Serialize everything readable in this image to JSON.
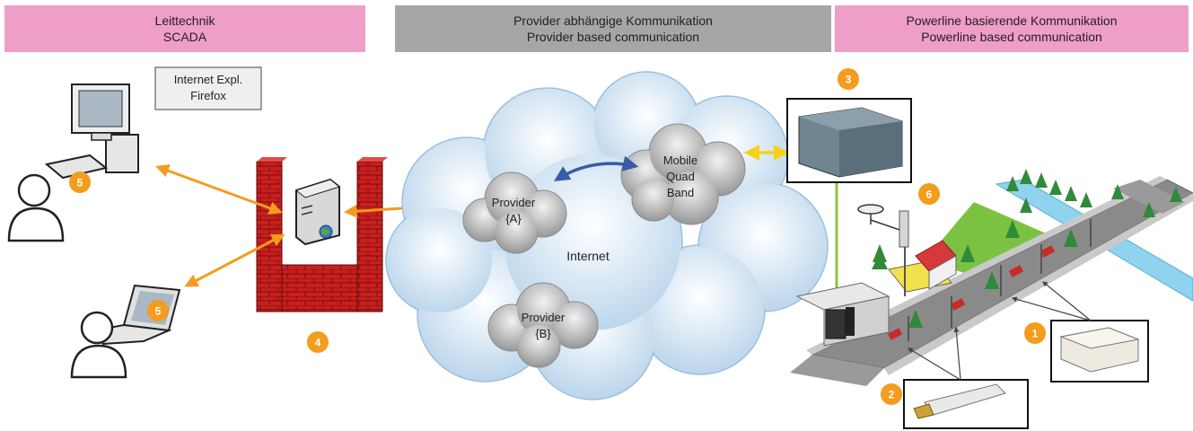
{
  "headers": {
    "left": {
      "line1": "Leittechnik",
      "line2": "SCADA"
    },
    "middle": {
      "line1": "Provider abhängige Kommunikation",
      "line2": "Provider based communication"
    },
    "right": {
      "line1": "Powerline basierende Kommunikation",
      "line2": "Powerline based communication"
    }
  },
  "browser_box": {
    "line1": "Internet Expl.",
    "line2": "Firefox"
  },
  "clouds": {
    "internet": "Internet",
    "provider_a": {
      "line1": "Provider",
      "line2": "{A}"
    },
    "provider_b": {
      "line1": "Provider",
      "line2": "{B}"
    },
    "mobile": {
      "line1": "Mobile",
      "line2": "Quad",
      "line3": "Band"
    }
  },
  "badges": {
    "b1": "1",
    "b2": "2",
    "b3": "3",
    "b4": "4",
    "b5_desktop": "5",
    "b5_laptop": "5",
    "b6": "6"
  },
  "colors": {
    "header_pink": "#ef9ec7",
    "header_gray": "#a6a6a6",
    "badge_orange": "#f39c1e",
    "arrow_orange": "#f39c1e",
    "arrow_blue": "#3a5ba8",
    "arrow_yellow": "#f5d21a",
    "arrow_green": "#8cc63f",
    "firewall_red": "#c8201e"
  }
}
